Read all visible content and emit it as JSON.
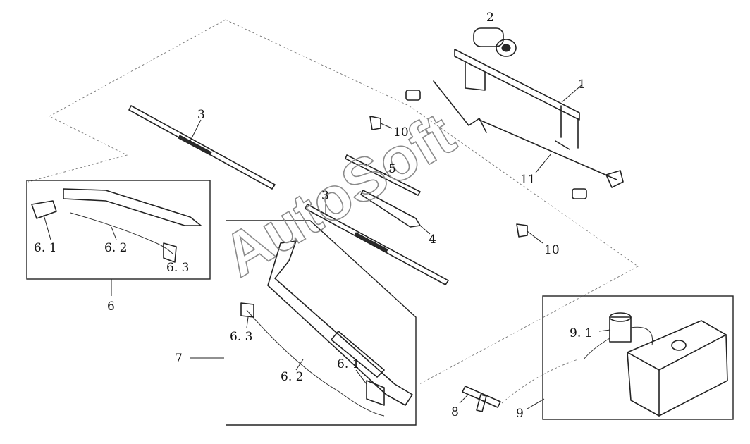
{
  "watermark": "AutoSoft",
  "labels": {
    "l1": "1",
    "l2": "2",
    "l3a": "3",
    "l3b": "3",
    "l4": "4",
    "l5": "5",
    "l6": "6",
    "l6_1a": "6. 1",
    "l6_2a": "6. 2",
    "l6_3a": "6. 3",
    "l7": "7",
    "l6_3b": "6. 3",
    "l6_2b": "6. 2",
    "l6_1b": "6. 1",
    "l8": "8",
    "l9": "9",
    "l9_1": "9. 1",
    "l10a": "10",
    "l10b": "10",
    "l11": "11"
  }
}
